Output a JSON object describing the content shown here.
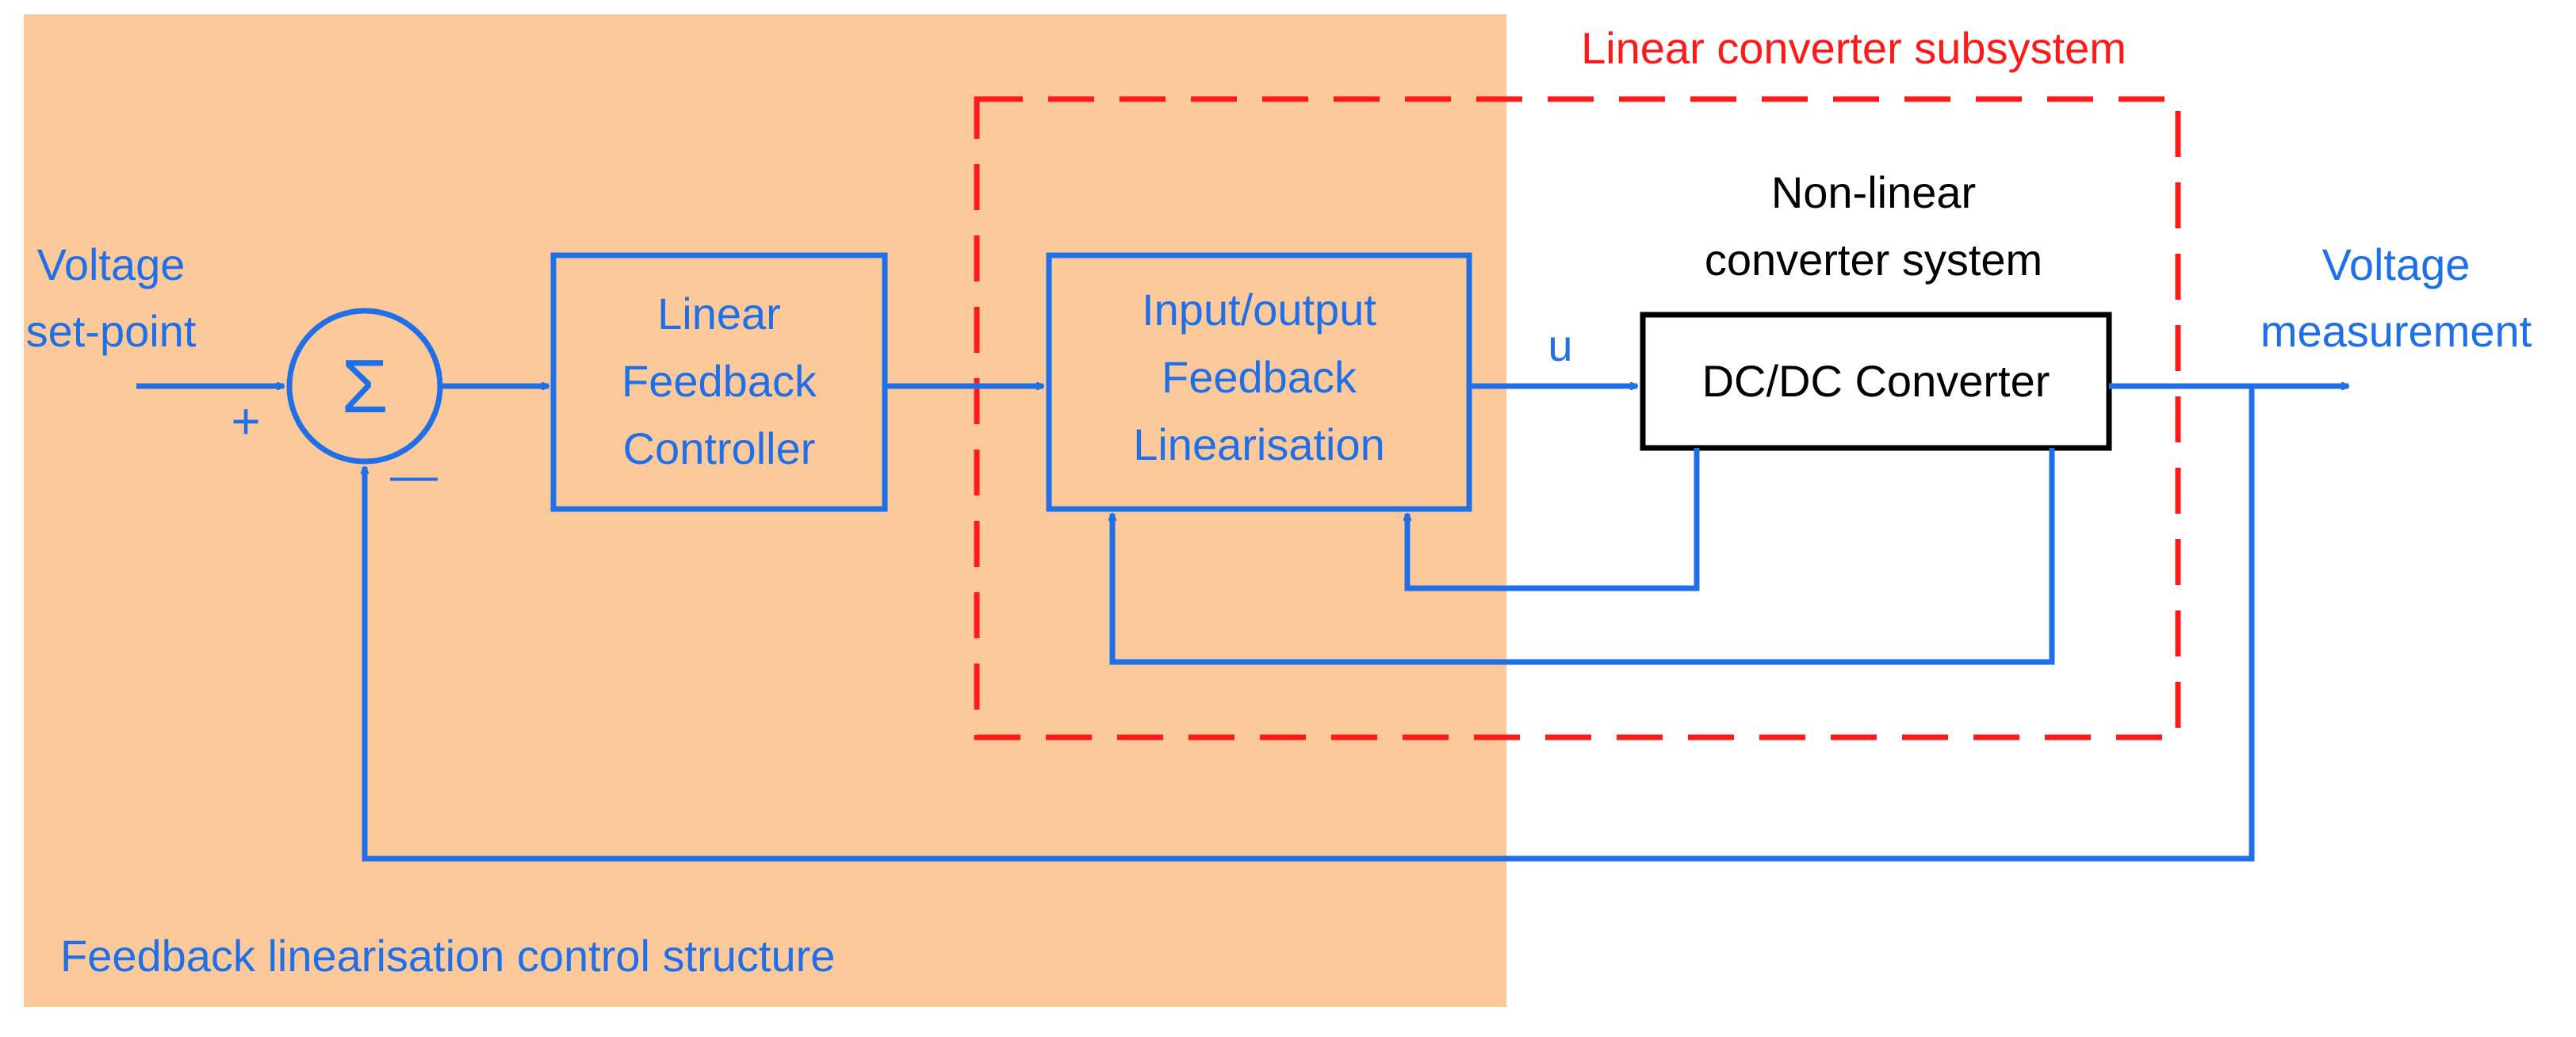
{
  "colors": {
    "blue": "#1f6fe8",
    "red": "#ff1a1a",
    "black": "#000000",
    "shaded_region": "#fcc99a"
  },
  "labels": {
    "subsystem_title": "Linear converter subsystem",
    "nonlinear_title_line1": "Non-linear",
    "nonlinear_title_line2": "converter system",
    "input_line1": "Voltage",
    "input_line2": "set-point",
    "output_line1": "Voltage",
    "output_line2": "measurement",
    "plus_sign": "+",
    "minus_sign": "—",
    "sum_symbol": "Σ",
    "controller_line1": "Linear",
    "controller_line2": "Feedback",
    "controller_line3": "Controller",
    "linearisation_line1": "Input/output",
    "linearisation_line2": "Feedback",
    "linearisation_line3": "Linearisation",
    "signal_u": "u",
    "converter": "DC/DC Converter",
    "structure_caption": "Feedback linearisation control structure"
  }
}
